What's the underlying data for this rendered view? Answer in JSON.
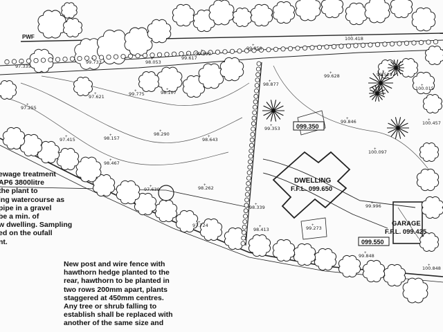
{
  "labels": {
    "pwf": "PWF",
    "dwelling": "DWELLING",
    "dwelling_ffl": "F.F.L. 099.650",
    "garage": "GARAGE",
    "garage_ffl": "F.F.L. 099.425",
    "box_a": "099.350",
    "box_b": "099.550"
  },
  "spot_levels": [
    "97.335",
    "97.621",
    "98.053",
    "98.107",
    "97.255",
    "97.415",
    "98.157",
    "98.290",
    "98.643",
    "98.467",
    "97.639",
    "98.262",
    "97.724",
    "98.339",
    "98.413",
    "98.877",
    "99.353",
    "99.846",
    "100.097",
    "99.996",
    "99.273",
    "99.848",
    "100.848",
    "100.418",
    "99.899",
    "99.617",
    "99.858",
    "99.529",
    "99.628",
    "99.733",
    "99.775",
    "100.457",
    "100.015"
  ],
  "notes": {
    "sewage": [
      "ewage treatment",
      "AP6 3800litre",
      "the plant to",
      "ing watercourse as",
      "pipe in a gravel",
      "be a min. of",
      "w dwelling. Sampling",
      "ed on the oufall",
      "nt."
    ],
    "fence": [
      "New post and wire fence with",
      "hawthorn hedge planted to the",
      "rear, hawthorn to be planted in",
      "two rows 200mm apart, plants",
      "staggered at 450mm centres.",
      "Any tree or shrub falling to",
      "establish shall be replaced with",
      "another of the same size and"
    ]
  }
}
